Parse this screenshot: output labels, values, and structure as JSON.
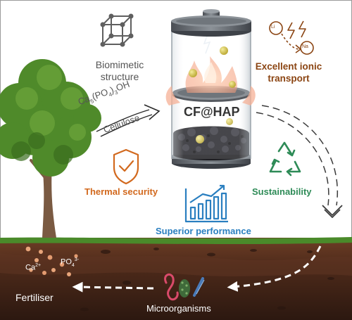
{
  "labels": {
    "biomimetic": [
      "Biomimetic",
      "structure"
    ],
    "ionic": [
      "Excellent ionic",
      "transport"
    ],
    "formula": {
      "base": "Ca",
      "s1": "5",
      "p1": "(PO",
      "s2": "4",
      "p2": ")",
      "s3": "3",
      "p3": "OH"
    },
    "cellulose": "Cellulose",
    "cf_hap": "CF@HAP",
    "thermal": "Thermal security",
    "sustainability": "Sustainability",
    "performance": "Superior performance",
    "ca_ion": {
      "base": "Ca",
      "sup": "2+"
    },
    "po_ion": {
      "base": "PO",
      "sub": "4",
      "sup": "3-"
    },
    "fertiliser": "Fertiliser",
    "microorganisms": "Microorganisms",
    "ion_badge_1": "Li",
    "ion_badge_2": "Na"
  },
  "colors": {
    "ionic_text": "#8B4513",
    "thermal_text": "#D2691E",
    "sustainability_text": "#2E8B57",
    "performance_text": "#2A7FC0",
    "soil_dark": "#3b2014",
    "soil_mid": "#5a3322",
    "grass": "#4a8a2a"
  },
  "icons": [
    "cube-structure-icon",
    "ion-transport-icon",
    "shield-check-icon",
    "recycle-icon",
    "bar-chart-icon",
    "tree-icon",
    "battery-jar-icon"
  ]
}
